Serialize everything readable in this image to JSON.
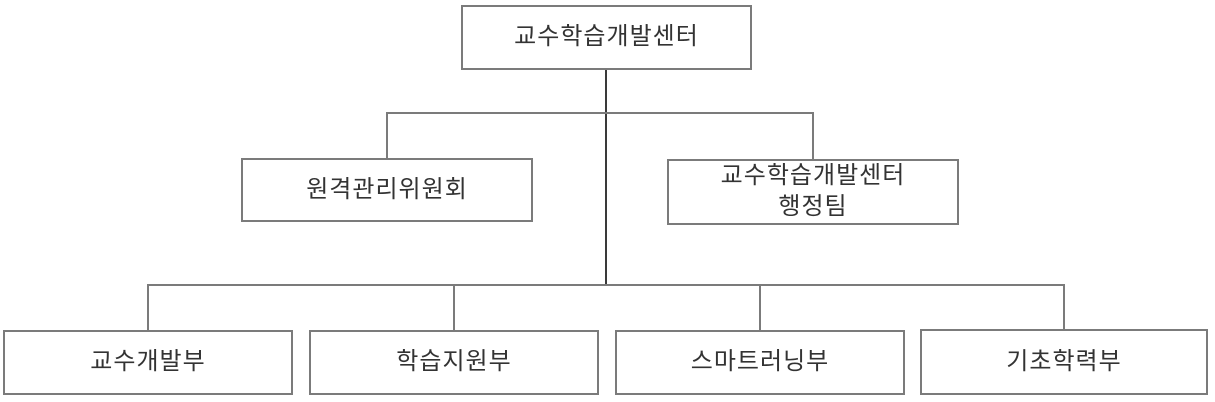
{
  "colors": {
    "background": "#ffffff",
    "box_border": "#7b7b7b",
    "connector": "#7b7b7b",
    "trunk": "#3a3a3a",
    "text": "#333333"
  },
  "org_chart": {
    "root": {
      "label": "교수학습개발센터"
    },
    "level2": {
      "committee": {
        "label": "원격관리위원회"
      },
      "admin_team": {
        "label_line1": "교수학습개발센터",
        "label_line2": "행정팀"
      }
    },
    "departments": [
      {
        "label": "교수개발부"
      },
      {
        "label": "학습지원부"
      },
      {
        "label": "스마트러닝부"
      },
      {
        "label": "기초학력부"
      }
    ]
  }
}
